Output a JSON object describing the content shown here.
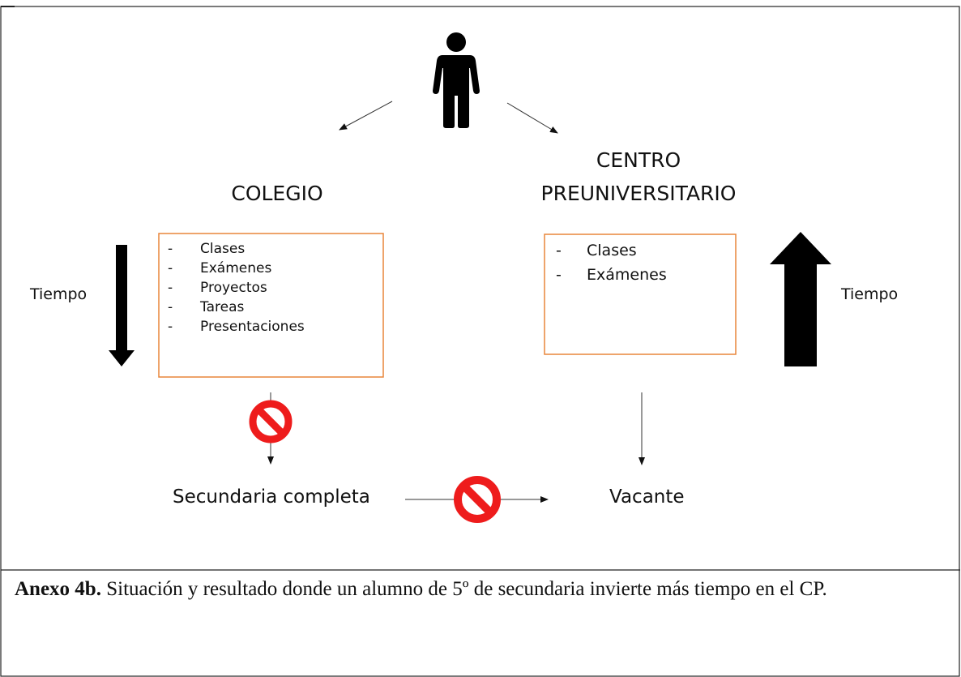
{
  "diagram": {
    "left_title": "COLEGIO",
    "right_title_line1": "CENTRO",
    "right_title_line2": "PREUNIVERSITARIO",
    "left_time_label": "Tiempo",
    "right_time_label": "Tiempo",
    "left_box_items": [
      "Clases",
      "Exámenes",
      "Proyectos",
      "Tareas",
      "Presentaciones"
    ],
    "right_box_items": [
      "Clases",
      "Exámenes"
    ],
    "bullet": "-",
    "bottom_left": "Secundaria completa",
    "bottom_right": "Vacante",
    "box_border_color": "#e8853a",
    "prohibited_color": "#ee1c1c",
    "icons": [
      "person-icon",
      "prohibited-icon",
      "arrow-down-thick-icon",
      "arrow-up-thick-icon"
    ]
  },
  "caption": {
    "bold": "Anexo 4b.",
    "text": " Situación y resultado donde un alumno de 5º de secundaria invierte más tiempo en el CP."
  }
}
